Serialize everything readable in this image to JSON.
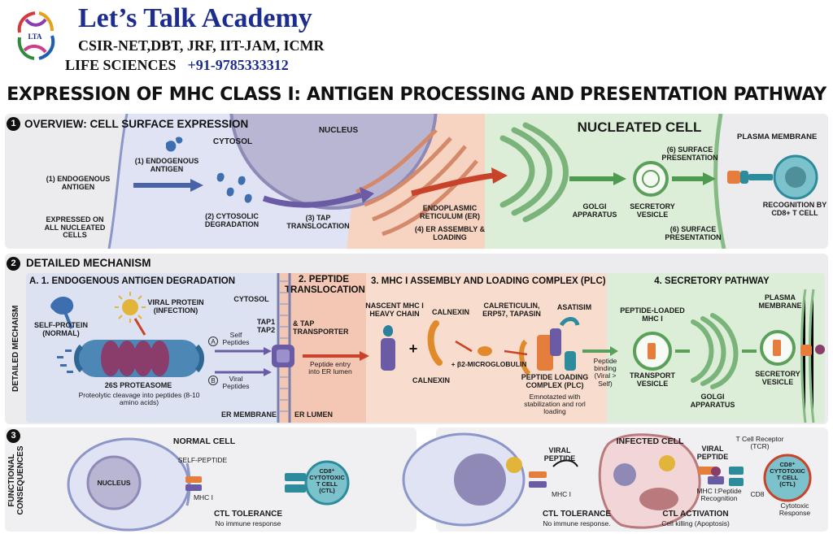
{
  "header": {
    "academy": "Let’s Talk Academy",
    "exams": "CSIR-NET,DBT, JRF, IIT-JAM, ICMR",
    "subject": "LIFE SCIENCES",
    "phone": "+91-9785333312",
    "logo_text": "LTA"
  },
  "title": "EXPRESSION OF MHC CLASS I: ANTIGEN PROCESSING AND PRESENTATION PATHWAY",
  "section1": {
    "number": "1",
    "heading": "OVERVIEW: CELL SURFACE EXPRESSION",
    "nucleated_cell": "NUCLEATED CELL",
    "nucleus": "NUCLEUS",
    "cytosol": "CYTOSOL",
    "plasma_membrane": "PLASMA MEMBRANE",
    "endogenous_antigen_left": "(1) ENDOGENOUS ANTIGEN",
    "endogenous_antigen_top": "(1) ENDOGENOUS ANTIGEN",
    "expressed_on": "EXPRESSED ON ALL NUCLEATED CELLS",
    "cytosolic_degradation": "(2) CYTOSOLIC DEGRADATION",
    "tap_translocation": "(3) TAP TRANSLOCATION",
    "er": "ENDOPLASMIC RETICULUM (ER)",
    "er_assembly": "(4) ER ASSEMBLY & LOADING",
    "golgi": "GOLGI APPARATUS",
    "secretory_vesicle": "SECRETORY VESICLE",
    "surface_presentation_top": "(6) SURFACE PRESENTATION",
    "surface_presentation_bottom": "(6) SURFACE PRESENTATION",
    "recognition": "RECOGNITION BY CD8+ T CELL"
  },
  "section2": {
    "number": "2",
    "heading": "DETAILED MECHANISM",
    "side_label": "DETAILED MECHAISM",
    "band_a": "A. 1. ENDOGENOUS ANTIGEN DEGRADATION",
    "band_2": "2. PEPTIDE TRANSLOCATION",
    "band_3": "3. MHC I ASSEMBLY AND LOADING COMPLEX (PLC)",
    "band_4": "4. SECRETORY PATHWAY",
    "self_protein": "SELF-PROTEIN (NORMAL)",
    "viral_protein": "VIRAL PROTEIN (INFECTION)",
    "cytosol": "CYTOSOL",
    "proteasome": "26S PROTEASOME",
    "proteasome_desc": "Proteolytic cleavage into peptides (8-10 amino acids)",
    "marker_a": "A",
    "self_peptides": "Self Peptides",
    "marker_b": "B",
    "viral_peptides": "Viral Peptides",
    "tap1_tap2": "TAP1 TAP2",
    "tap_transporter": "& TAP TRANSPORTER",
    "peptide_entry": "Peptide entry into ER lumen",
    "er_membrane": "ER MEMBRANE",
    "er_lumen": "ER LUMEN",
    "nascent": "NASCENT MHC I HEAVY CHAIN",
    "calnexin_top": "CALNEXIN",
    "calnexin_bottom": "CALNEXIN",
    "plus": "+",
    "b2m": "+ β2-MICROGLOBULIN",
    "calreticulin": "CALRETICULIN, ERp57, TAPASIN",
    "asatisim": "ASATISIM",
    "plc": "PEPTIDE LOADING COMPLEX (PLC)",
    "plc_desc": "Emnotazted with stabilization and rorl loading",
    "peptide_binding": "Peptide binding (Viral > Self)",
    "peptide_loaded": "PEPTIDE-LOADED MHC I",
    "transport_vesicle": "TRANSPORT VESICLE",
    "golgi": "GOLGI APPARATUS",
    "plasma_membrane": "PLASMA MEMBRANE",
    "secretory_vesicle": "SECRETORY VESICLE"
  },
  "section3": {
    "number": "3",
    "side_label": "FUNCTIONAL CONSEQUENCES",
    "normal_cell": "NORMAL CELL",
    "nucleus": "NUCLEUS",
    "self_peptide": "SELF-PEPTIDE",
    "mhc_i": "MHC I",
    "ctl": "CD8⁺ CYTOTOXIC T CELL (CTL)",
    "ctl_tolerance": "CTL TOLERANCE",
    "no_response": "No immune response",
    "viral_peptide_left": "VIRAL PEPTIDE",
    "mhc_i_right": "MHC I",
    "ctl_tolerance_2": "CTL TOLERANCE",
    "no_response_2": "No immune response.",
    "infected_cell": "INFECTED CELL",
    "viral_peptide_right": "VIRAL PEPTIDE",
    "tcr": "T Cell Receptor (TCR)",
    "mhc_peptide": "MHC I:Peptide Recognition",
    "cd8": "CD8",
    "ctl_right": "CD8⁺ CYTOTOXIC T CELL (CTL)",
    "cytotoxic_response": "Cytotoxic Response",
    "ctl_activation": "CTL ACTIVATION",
    "cell_killing": "Cell killing (Apoptosis)"
  },
  "colors": {
    "brand_blue": "#1d2d8f",
    "cytosol_blue": "#dde2f3",
    "er_salmon": "#f6cdb8",
    "golgi_green": "#d8ecd4",
    "membrane_green": "#9bc89a",
    "mhc_orange": "#e57d3c",
    "purple": "#6b5e9e",
    "teal": "#2d8c9b",
    "infected_pink": "#f2d5d6"
  }
}
